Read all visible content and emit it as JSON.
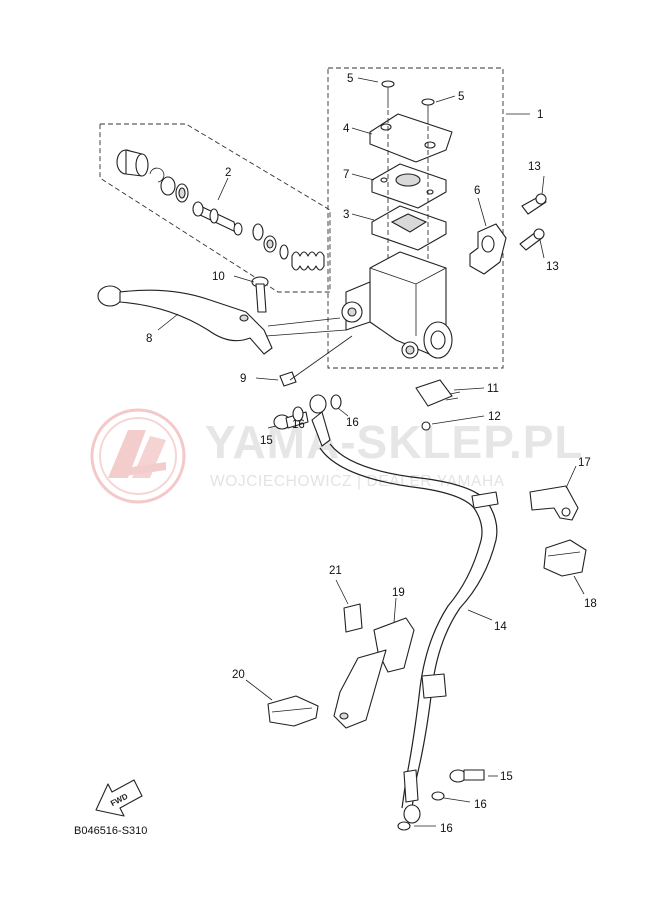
{
  "watermark": {
    "main": "YAMA-SKLEP.PL",
    "sub": "WOJCIECHOWICZ | DEALER YAMAHA",
    "logo_color": "#f3c9c9",
    "text_color": "#e4e4e4"
  },
  "callouts": {
    "c1": "1",
    "c2": "2",
    "c3": "3",
    "c4": "4",
    "c5a": "5",
    "c5b": "5",
    "c6": "6",
    "c7": "7",
    "c8": "8",
    "c9": "9",
    "c10": "10",
    "c11": "11",
    "c12": "12",
    "c13a": "13",
    "c13b": "13",
    "c14": "14",
    "c15a": "15",
    "c15b": "15",
    "c16a": "16",
    "c16b": "16",
    "c16c": "16",
    "c16d": "16",
    "c17": "17",
    "c18": "18",
    "c19": "19",
    "c20": "20",
    "c21": "21"
  },
  "fwd_label": "FWD",
  "diagram_code": "B046516-S310"
}
